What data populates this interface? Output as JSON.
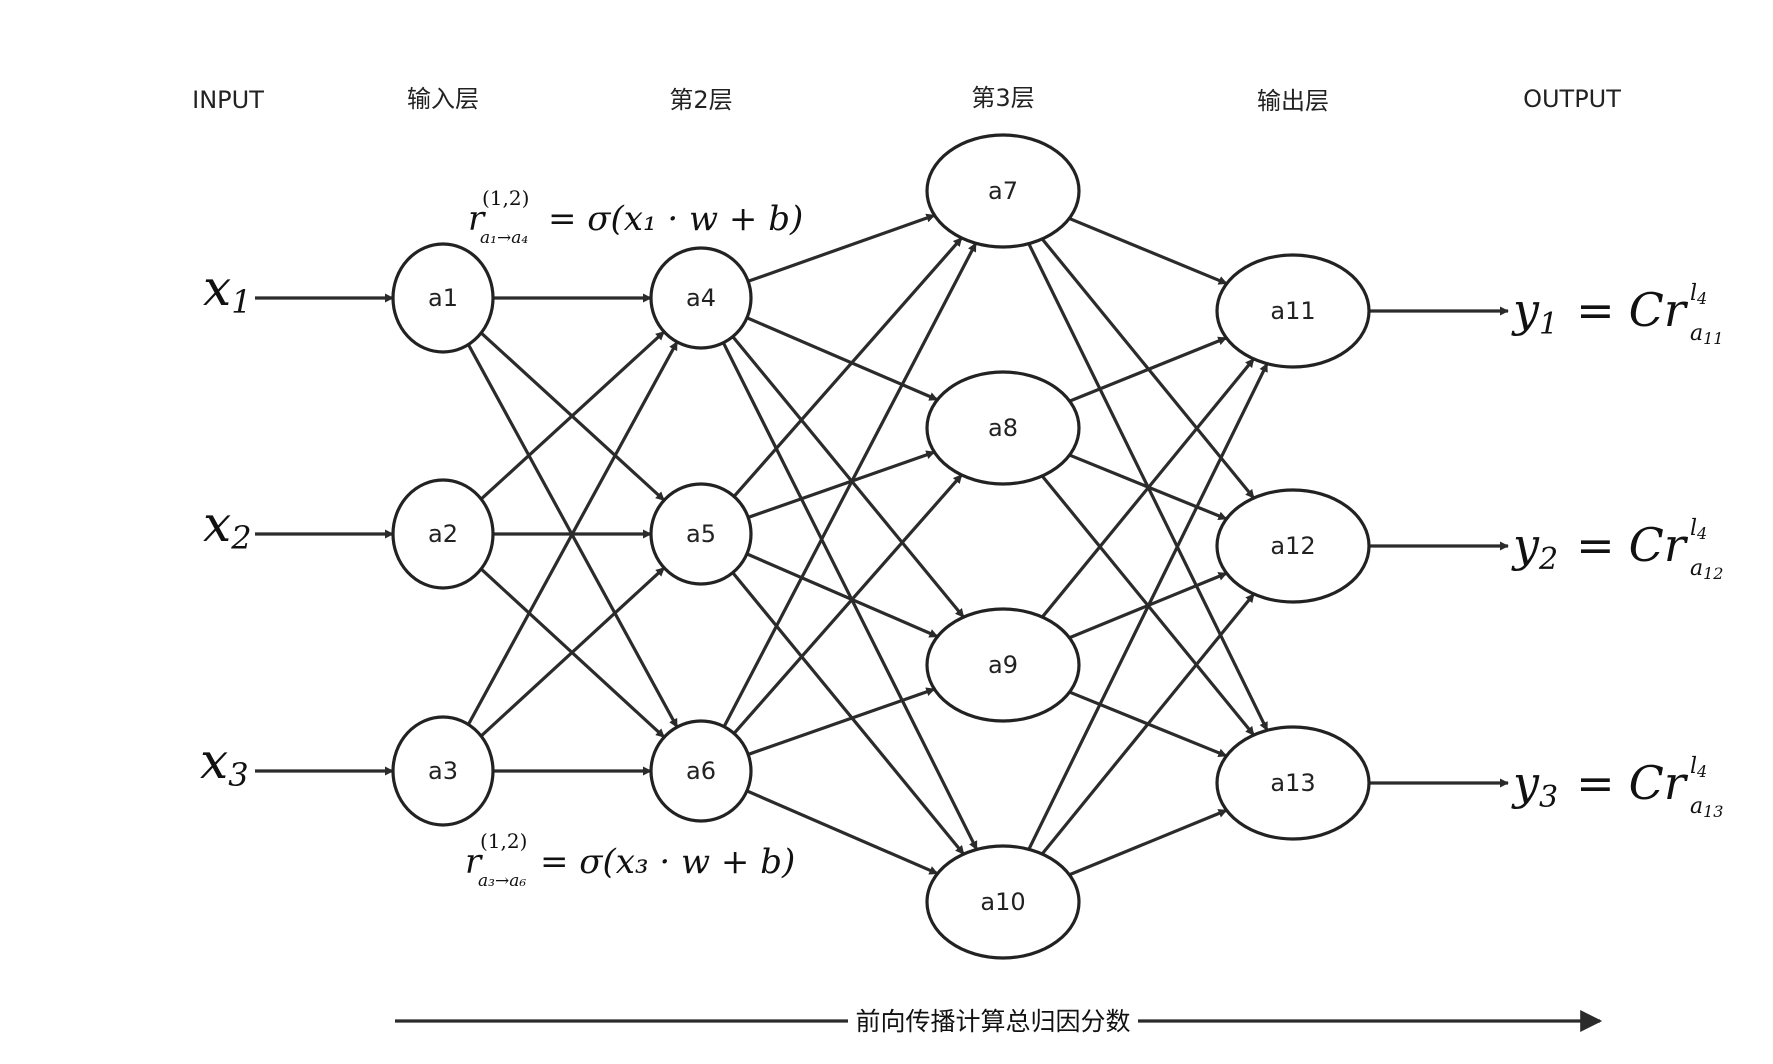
{
  "layer_labels": {
    "input": "INPUT",
    "layer1": "输入层",
    "layer2": "第2层",
    "layer3": "第3层",
    "output_layer": "输出层",
    "output": "OUTPUT"
  },
  "nodes": {
    "a1": "a1",
    "a2": "a2",
    "a3": "a3",
    "a4": "a4",
    "a5": "a5",
    "a6": "a6",
    "a7": "a7",
    "a8": "a8",
    "a9": "a9",
    "a10": "a10",
    "a11": "a11",
    "a12": "a12",
    "a13": "a13"
  },
  "inputs": {
    "x1": {
      "var": "x",
      "sub": "1"
    },
    "x2": {
      "var": "x",
      "sub": "2"
    },
    "x3": {
      "var": "x",
      "sub": "3"
    }
  },
  "outputs": {
    "y1": {
      "var": "y",
      "sub": "1",
      "eq": "=",
      "rhs": "Cr",
      "sup": "l",
      "sup_sub": "4",
      "rsub": "a",
      "rsub_sub": "11"
    },
    "y2": {
      "var": "y",
      "sub": "2",
      "eq": "=",
      "rhs": "Cr",
      "sup": "l",
      "sup_sub": "4",
      "rsub": "a",
      "rsub_sub": "12"
    },
    "y3": {
      "var": "y",
      "sub": "3",
      "eq": "=",
      "rhs": "Cr",
      "sup": "l",
      "sup_sub": "4",
      "rsub": "a",
      "rsub_sub": "13"
    }
  },
  "formulas": {
    "top": {
      "r": "r",
      "sup": "(1,2)",
      "sub": "a₁→a₄",
      "rhs": "= σ(x₁ · w + b)"
    },
    "bottom": {
      "r": "r",
      "sup": "(1,2)",
      "sub": "a₃→a₆",
      "rhs": "= σ(x₃ · w + b)"
    }
  },
  "caption": "前向传播计算总归因分数"
}
